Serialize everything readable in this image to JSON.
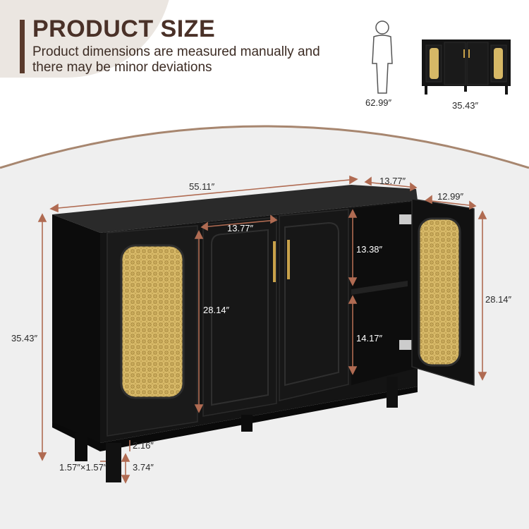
{
  "header": {
    "title": "PRODUCT SIZE",
    "subtitle": "Product dimensions are measured manually and there may be minor deviations"
  },
  "reference": {
    "person_height": "62.99″",
    "cabinet_height": "35.43″",
    "person_icon": "person-silhouette-icon"
  },
  "dimensions": {
    "overall_width": "55.11″",
    "depth": "13.77″",
    "door_depth": "12.99″",
    "overall_height": "35.43″",
    "door_width": "13.77″",
    "door_height": "28.14″",
    "side_door_height": "28.14″",
    "upper_shelf": "13.38″",
    "lower_shelf": "14.17″",
    "leg_clearance": "2.16″",
    "leg_size": "1.57″×1.57″",
    "leg_height": "3.74″"
  },
  "colors": {
    "brand": "#4a3128",
    "cabinet": "#111111",
    "rattan": "#d9bb6a",
    "handle": "#c9a24a",
    "background_accent": "#ebe6e1"
  }
}
